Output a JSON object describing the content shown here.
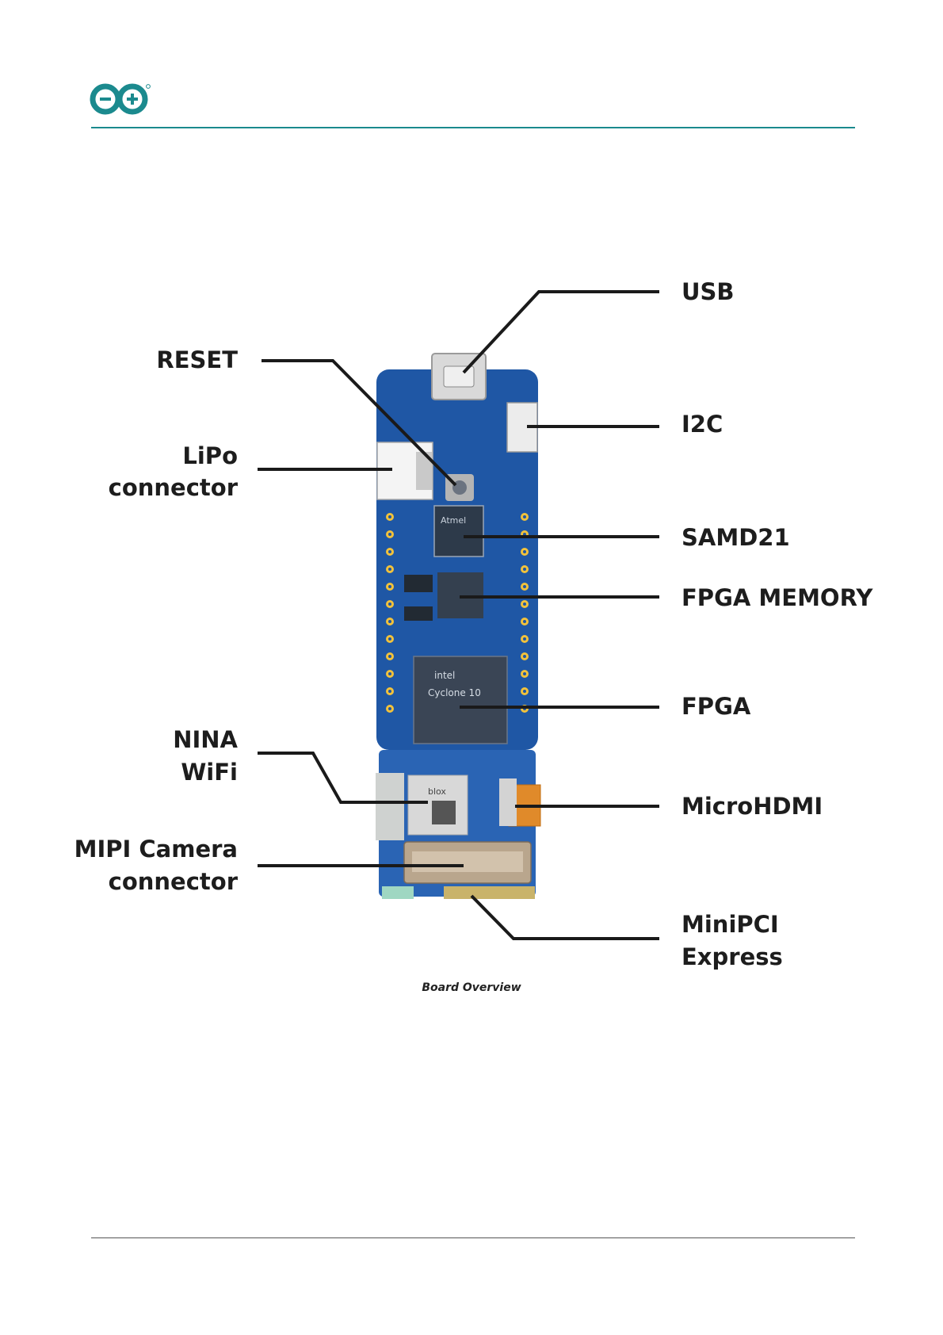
{
  "logo": {
    "icon": "arduino-infinity-logo-icon",
    "color": "#1b8a8e"
  },
  "labels": {
    "usb": "USB",
    "reset": "RESET",
    "i2c": "I2C",
    "lipo_1": "LiPo",
    "lipo_2": "connector",
    "samd21": "SAMD21",
    "fpga_memory": "FPGA MEMORY",
    "fpga": "FPGA",
    "nina_1": "NINA",
    "nina_2": "WiFi",
    "microhdmi": "MicroHDMI",
    "mipi_1": "MIPI Camera",
    "mipi_2": "connector",
    "minipci_1": "MiniPCI",
    "minipci_2": "Express"
  },
  "chip_text": {
    "atmel": "Atmel",
    "intel": "intel",
    "cyclone": "Cyclone 10",
    "ublox": "blox"
  },
  "caption": "Board Overview",
  "colors": {
    "accent": "#1b8a8e",
    "board": "#1f57a5",
    "leader_line": "#1a1a1a"
  }
}
